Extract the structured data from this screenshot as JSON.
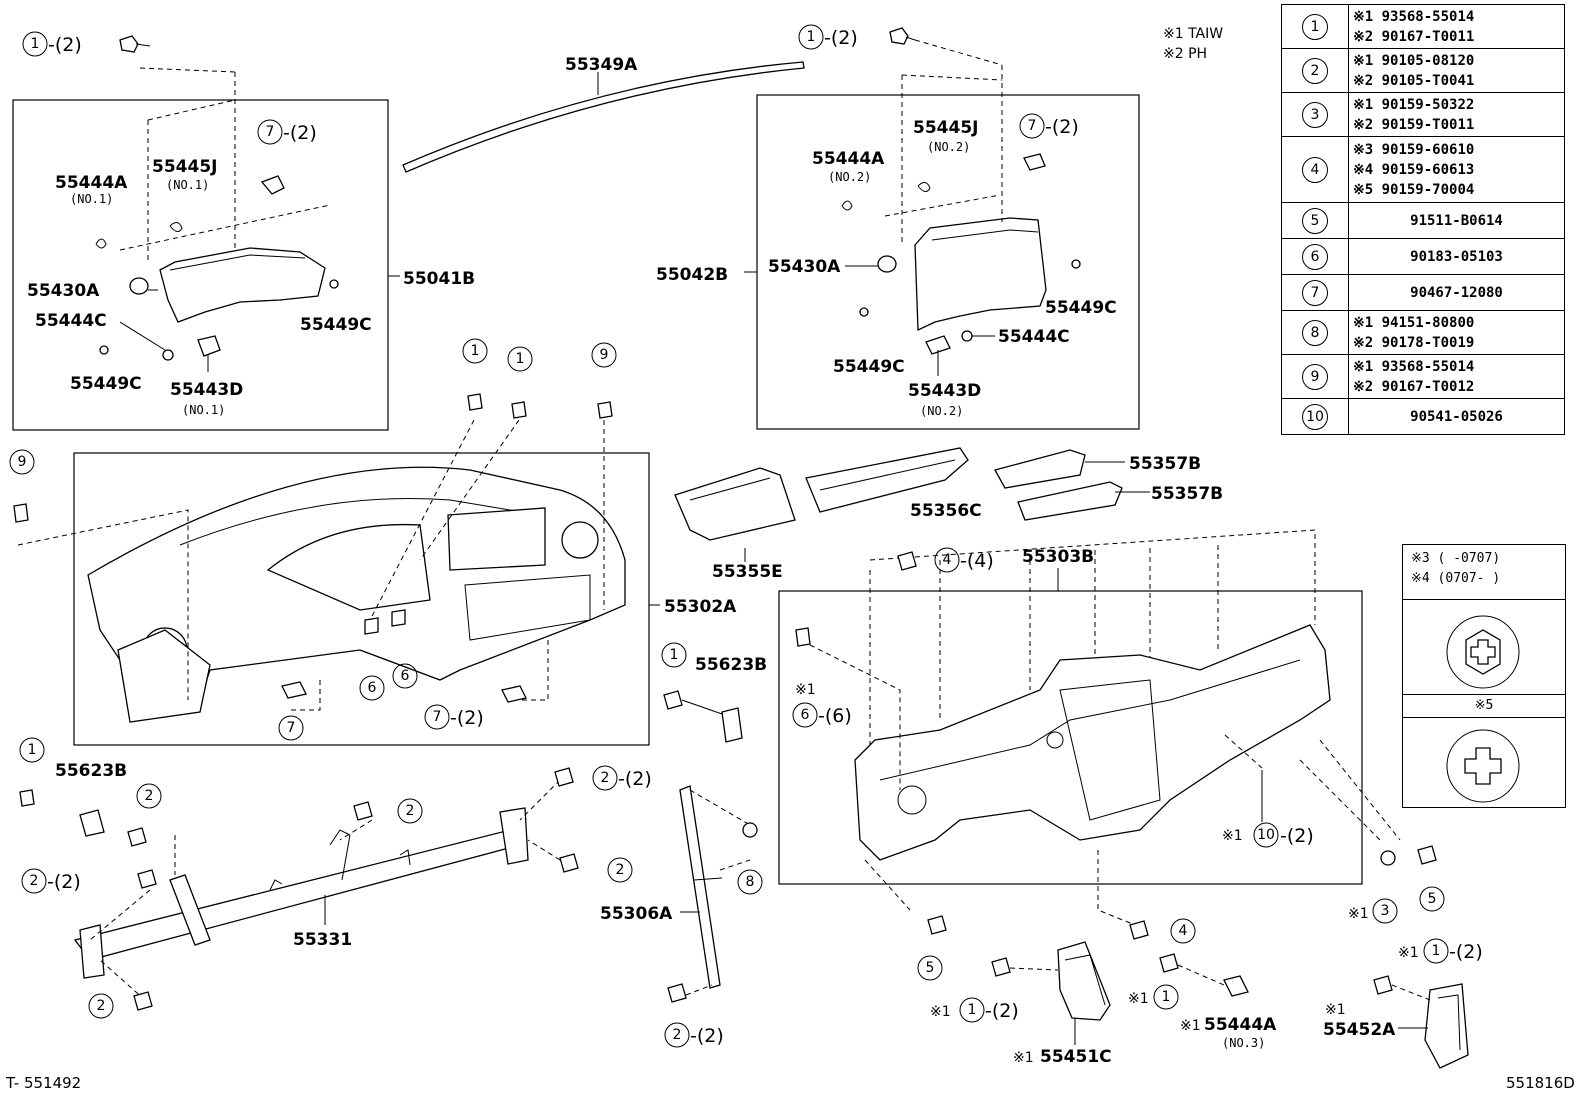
{
  "diagram_id": "551816D",
  "sheet_ref": "T- 551492",
  "key_notes": [
    "※1 TAIW",
    "※2 PH"
  ],
  "parts_table": [
    {
      "ref": "1",
      "numbers": [
        "※1 93568-55014",
        "※2 90167-T0011"
      ]
    },
    {
      "ref": "2",
      "numbers": [
        "※1 90105-08120",
        "※2 90105-T0041"
      ]
    },
    {
      "ref": "3",
      "numbers": [
        "※1 90159-50322",
        "※2 90159-T0011"
      ]
    },
    {
      "ref": "4",
      "numbers": [
        "※3 90159-60610",
        "※4 90159-60613",
        "※5 90159-70004"
      ]
    },
    {
      "ref": "5",
      "numbers": [
        "91511-B0614"
      ]
    },
    {
      "ref": "6",
      "numbers": [
        "90183-05103"
      ]
    },
    {
      "ref": "7",
      "numbers": [
        "90467-12080"
      ]
    },
    {
      "ref": "8",
      "numbers": [
        "※1 94151-80800",
        "※2 90178-T0019"
      ]
    },
    {
      "ref": "9",
      "numbers": [
        "※1 93568-55014",
        "※2 90167-T0012"
      ]
    },
    {
      "ref": "10",
      "numbers": [
        "90541-05026"
      ]
    }
  ],
  "screw_notes": {
    "note3": "※3 (      -0707)",
    "note4": "※4 (0707-      )",
    "note5": "※5"
  },
  "labels": {
    "p55349A": "55349A",
    "p55041B": "55041B",
    "p55042B": "55042B",
    "p55444A_l": "55444A",
    "p55444A_l_sub": "(NO.1)",
    "p55445J_l": "55445J",
    "p55445J_l_sub": "(NO.1)",
    "p55430A_l": "55430A",
    "p55444C_l": "55444C",
    "p55449C_l1": "55449C",
    "p55449C_l2": "55449C",
    "p55443D_l": "55443D",
    "p55443D_l_sub": "(NO.1)",
    "p55444A_r": "55444A",
    "p55444A_r_sub": "(NO.2)",
    "p55445J_r": "55445J",
    "p55445J_r_sub": "(NO.2)",
    "p55430A_r": "55430A",
    "p55449C_r1": "55449C",
    "p55449C_r2": "55449C",
    "p55444C_r": "55444C",
    "p55443D_r": "55443D",
    "p55443D_r_sub": "(NO.2)",
    "p55302A": "55302A",
    "p55357B_1": "55357B",
    "p55357B_2": "55357B",
    "p55356C": "55356C",
    "p55355E": "55355E",
    "p55303B": "55303B",
    "p55623B_1": "55623B",
    "p55623B_2": "55623B",
    "p55331": "55331",
    "p55306A": "55306A",
    "p55451C": "55451C",
    "p55444A_b": "55444A",
    "p55444A_b_sub": "(NO.3)",
    "p55452A": "55452A"
  },
  "callouts": {
    "qty2": "-(2)",
    "qty4": "-(4)",
    "qty6": "-(6)",
    "mark1": "※1"
  }
}
